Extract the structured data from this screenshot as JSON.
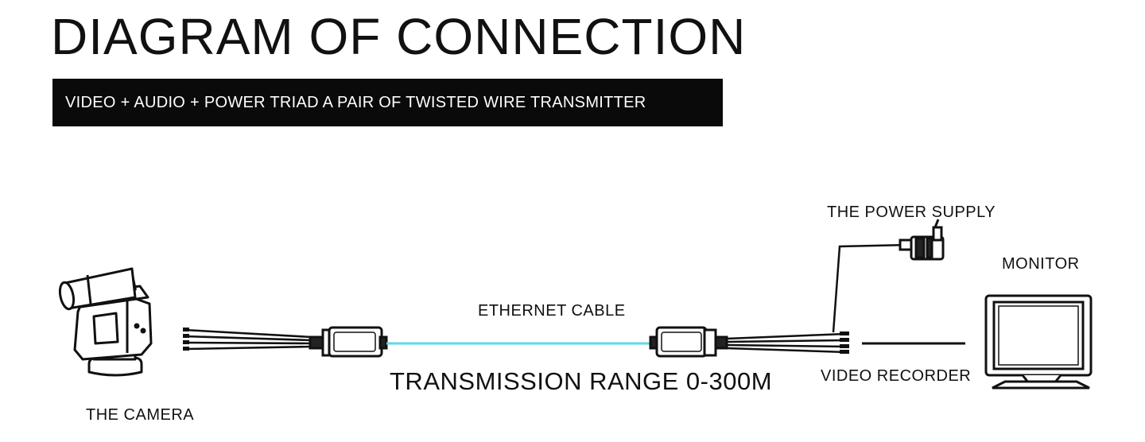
{
  "title": "DIAGRAM OF CONNECTION",
  "banner": "VIDEO + AUDIO + POWER TRIAD A PAIR OF TWISTED WIRE TRANSMITTER",
  "labels": {
    "camera": "THE CAMERA",
    "ethernet_cable": "ETHERNET CABLE",
    "transmission_range": "TRANSMISSION RANGE 0-300M",
    "power_supply": "THE POWER SUPPLY",
    "monitor": "MONITOR",
    "video_recorder": "VIDEO RECORDER"
  },
  "colors": {
    "cable": "#5fd8e8",
    "banner_bg": "#0a0a0a",
    "banner_text": "#ffffff"
  },
  "icons": [
    "camera-icon",
    "transmitter-icon",
    "receiver-icon",
    "power-adapter-icon",
    "monitor-icon"
  ]
}
